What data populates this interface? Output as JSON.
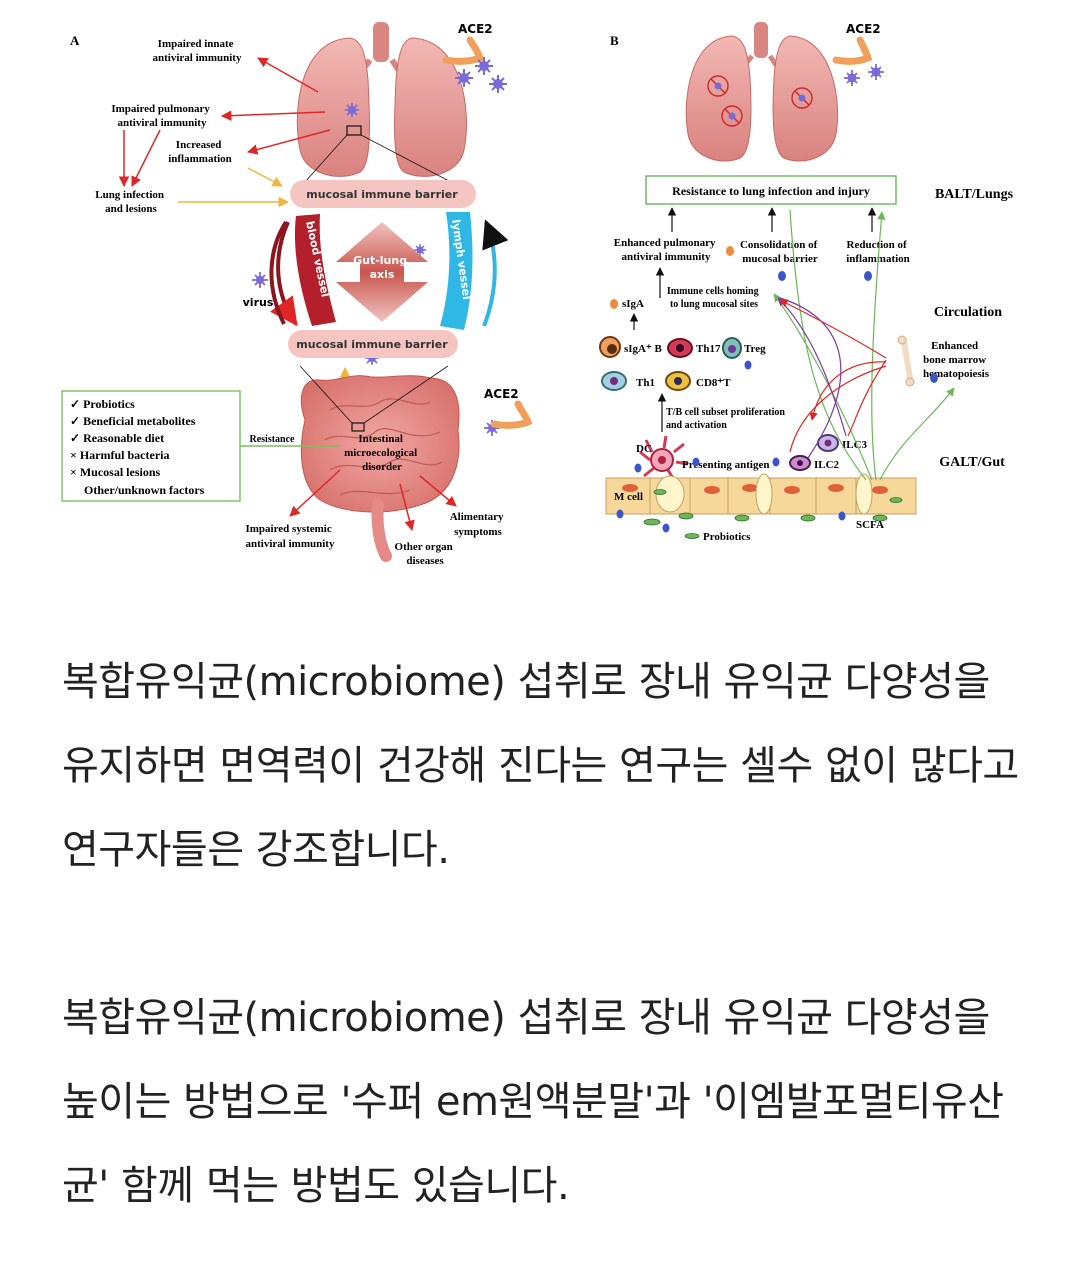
{
  "figure": {
    "panel_a": {
      "letter": "A",
      "ace2_top": "ACE2",
      "ace2_gut": "ACE2",
      "impaired_innate": [
        "Impaired innate",
        "antiviral immunity"
      ],
      "impaired_pulmonary": [
        "Impaired pulmonary",
        "antiviral immunity"
      ],
      "increased_inflammation": [
        "Increased",
        "inflammation"
      ],
      "lung_infection": [
        "Lung infection",
        "and lesions"
      ],
      "mucosal_barrier_top": "mucosal immune barrier",
      "mucosal_barrier_bottom": "mucosal immune barrier",
      "blood_vessel": "blood vessel",
      "lymph_vessel": "lymph vessel",
      "gut_lung_axis": [
        "Gut-lung",
        "axis"
      ],
      "virus": "virus",
      "factors": [
        {
          "mark": "✓",
          "text": "Probiotics"
        },
        {
          "mark": "✓",
          "text": "Beneficial metabolites"
        },
        {
          "mark": "✓",
          "text": "Reasonable diet"
        },
        {
          "mark": "×",
          "text": "Harmful bacteria"
        },
        {
          "mark": "×",
          "text": "Mucosal lesions"
        },
        {
          "mark": "",
          "text": "Other/unknown factors"
        }
      ],
      "resistance": "Resistance",
      "intestinal_disorder": [
        "Intestinal",
        "microecological",
        "disorder"
      ],
      "impaired_systemic": [
        "Impaired systemic",
        "antiviral immunity"
      ],
      "other_organ": [
        "Other organ",
        "diseases"
      ],
      "alimentary": [
        "Alimentary",
        "symptoms"
      ]
    },
    "panel_b": {
      "letter": "B",
      "ace2": "ACE2",
      "resistance_box": "Resistance to lung infection and injury",
      "balt": "BALT/Lungs",
      "enhanced_pulmonary": [
        "Enhanced pulmonary",
        "antiviral immunity"
      ],
      "consolidation": [
        "Consolidation of",
        "mucosal barrier"
      ],
      "reduction": [
        "Reduction of",
        "inflammation"
      ],
      "immune_homing": [
        "Immune cells homing",
        "to lung mucosal sites"
      ],
      "siga": "sIgA",
      "circulation": "Circulation",
      "bone_marrow": [
        "Enhanced",
        "bone marrow",
        "hematopoiesis"
      ],
      "sigab": "sIgA⁺ B",
      "th17": "Th17",
      "treg": "Treg",
      "th1": "Th1",
      "cd8": "CD8⁺T",
      "tb_prolif": [
        "T/B cell subset proliferation",
        "and activation"
      ],
      "dc": "DC",
      "ilc3": "ILC3",
      "presenting": "Presenting antigen",
      "ilc2": "ILC2",
      "galt": "GALT/Gut",
      "m_cell": "M cell",
      "scfa": "SCFA",
      "probiotics": "Probiotics"
    }
  },
  "article": {
    "paragraph1": "복합유익균(microbiome) 섭취로 장내 유익균 다양성을 유지하면 면역력이 건강해 진다는 연구는 셀수 없이 많다고 연구자들은 강조합니다.",
    "paragraph2": "복합유익균(microbiome) 섭취로 장내 유익균 다양성을 높이는 방법으로 '수퍼 em원액분말'과 '이엠발포멀티유산균' 함께 먹는 방법도 있습니다."
  },
  "colors": {
    "lung": "#e8a3a0",
    "barrier": "#f5c6c1",
    "blood_vessel": "#b3202b",
    "lymph_vessel": "#2fb8e6",
    "intestine": "#e58a86",
    "arrow_red": "#e02727",
    "arrow_green": "#6db65a",
    "arrow_purple": "#7a3aa0",
    "virus": "#7a6ad8",
    "factor_box": "#7cbf5a"
  }
}
